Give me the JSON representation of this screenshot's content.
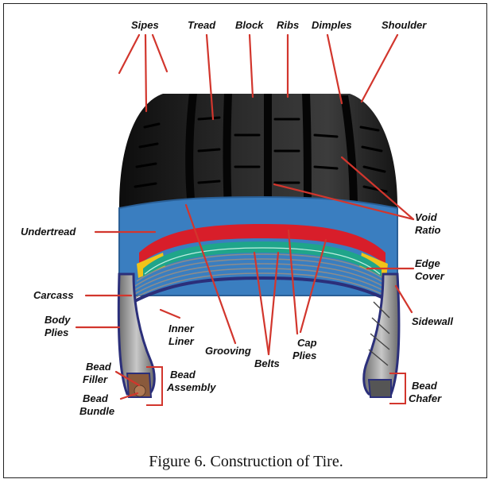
{
  "labels": {
    "sipes": "Sipes",
    "tread": "Tread",
    "block": "Block",
    "ribs": "Ribs",
    "dimples": "Dimples",
    "shoulder": "Shoulder",
    "undertread": "Undertread",
    "void_1": "Void",
    "void_2": "Ratio",
    "edge_1": "Edge",
    "edge_2": "Cover",
    "carcass": "Carcass",
    "sidewall": "Sidewall",
    "body_1": "Body",
    "body_2": "Plies",
    "inner_1": "Inner",
    "inner_2": "Liner",
    "grooving": "Grooving",
    "cap_1": "Cap",
    "cap_2": "Plies",
    "belts": "Belts",
    "beadfiller_1": "Bead",
    "beadfiller_2": "Filler",
    "beadassembly_1": "Bead",
    "beadassembly_2": "Assembly",
    "beadbundle_1": "Bead",
    "beadbundle_2": "Bundle",
    "beadchafer_1": "Bead",
    "beadchafer_2": "Chafer"
  },
  "caption": "Figure 6. Construction of Tire.",
  "colors": {
    "tread": "#1c1c1c",
    "undertread": "#3a7ec0",
    "cap_plies": "#d81e2a",
    "belts": "#1fa58a",
    "edge_cover": "#f0c419",
    "leader": "#d2362d"
  }
}
